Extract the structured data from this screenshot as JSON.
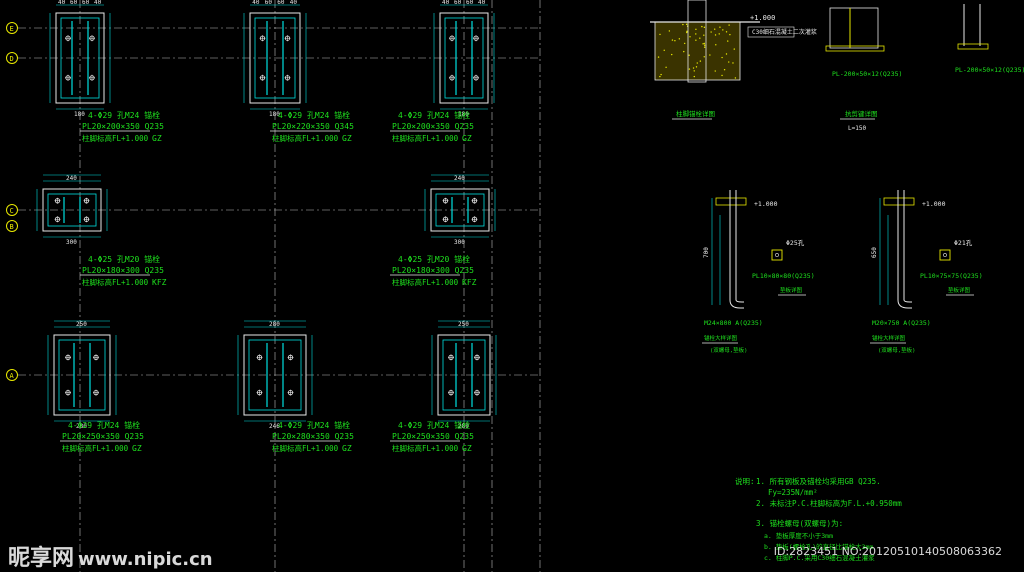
{
  "grid_labels": [
    "E",
    "D",
    "C",
    "B",
    "A"
  ],
  "plates": [
    {
      "id": "r1c1",
      "bolts": "4-Φ29 孔M24 锚栓",
      "spec": "PL20×200×350 Q235",
      "level": "柱脚标高FL+1.000",
      "code": "GZ",
      "dims": [
        "40",
        "60",
        "60",
        "40"
      ],
      "bottom": "180"
    },
    {
      "id": "r1c2",
      "bolts": "4-Φ29 孔M24 锚栓",
      "spec": "PL20×220×350 Q345",
      "level": "柱脚标高FL+1.000",
      "code": "GZ",
      "dims": [
        "40",
        "60",
        "60",
        "40"
      ],
      "bottom": "180"
    },
    {
      "id": "r1c3",
      "bolts": "4-Φ29 孔M24 锚栓",
      "spec": "PL20×200×350 Q235",
      "level": "柱脚标高FL+1.000",
      "code": "GZ",
      "dims": [
        "40",
        "60",
        "60",
        "40"
      ],
      "bottom": "180"
    },
    {
      "id": "r2c1",
      "bolts": "4-Φ25 孔M20 锚栓",
      "spec": "PL20×180×300 Q235",
      "level": "柱脚标高FL+1.000",
      "code": "KFZ",
      "dims": [
        "240"
      ],
      "bottom": "300"
    },
    {
      "id": "r2c3",
      "bolts": "4-Φ25 孔M20 锚栓",
      "spec": "PL20×180×300 Q235",
      "level": "柱脚标高FL+1.000",
      "code": "KFZ",
      "dims": [
        "240"
      ],
      "bottom": "300"
    },
    {
      "id": "r3c1",
      "bolts": "4-Φ29 孔M24 锚栓",
      "spec": "PL20×250×350 Q235",
      "level": "柱脚标高FL+1.000",
      "code": "GZ",
      "dims": [
        "250"
      ],
      "bottom": "280"
    },
    {
      "id": "r3c2",
      "bolts": "4-Φ29 孔M24 锚栓",
      "spec": "PL20×280×350 Q235",
      "level": "柱脚标高FL+1.000",
      "code": "GZ",
      "dims": [
        "280"
      ],
      "bottom": "246"
    },
    {
      "id": "r3c3",
      "bolts": "4-Φ29 孔M24 锚栓",
      "spec": "PL20×250×350 Q235",
      "level": "柱脚标高FL+1.000",
      "code": "GZ",
      "dims": [
        "250"
      ],
      "bottom": "280"
    }
  ],
  "details": {
    "section1_level": "+1.000",
    "section1_concrete": "C30细石混凝土二次灌浆",
    "section1_caption": "柱脚锚栓详图",
    "section2_caption": "抗剪键详图",
    "section2_plate": "PL-200×50×12(Q235)",
    "section3_plate": "PL-200×50×12(Q235)",
    "section2_note": "L=150",
    "anchor1_spec": "M24×800 A(Q235)",
    "anchor2_spec": "M20×750 A(Q235)",
    "anchor1_len": "700",
    "anchor2_len": "650",
    "anchor_level": "+1.000",
    "anchor1_washer": "PL10×80×80(Q235)",
    "anchor2_washer": "PL10×75×75(Q235)",
    "anchor1_hole": "Φ25孔",
    "anchor2_hole": "Φ21孔",
    "washer_caption": "垫板详图",
    "anchor_caption": "锚栓大样详图",
    "anchor_sub": "(双螺母,垫板)"
  },
  "notes": {
    "title": "说明:",
    "n1": "1. 所有钢板及锚栓均采用GB Q235.",
    "n1b": "Fy=235N/mm²",
    "n2": "2. 未标注P.C.柱脚标高为F.L.+0.950mm",
    "n3": "3. 锚栓螺母(双螺母)为:",
    "n3a": "a. 垫板厚度不小于3mm",
    "n3b": "b. 垫板(螺栓孔)的直径比锚栓大3mm",
    "n3c": "c. 柱脚P.C.采用C30细石混凝土灌浆"
  },
  "watermark": {
    "logo": "昵享网",
    "url": "www.nipic.cn",
    "id": "ID:2823451 NO:20120510140508063362"
  }
}
